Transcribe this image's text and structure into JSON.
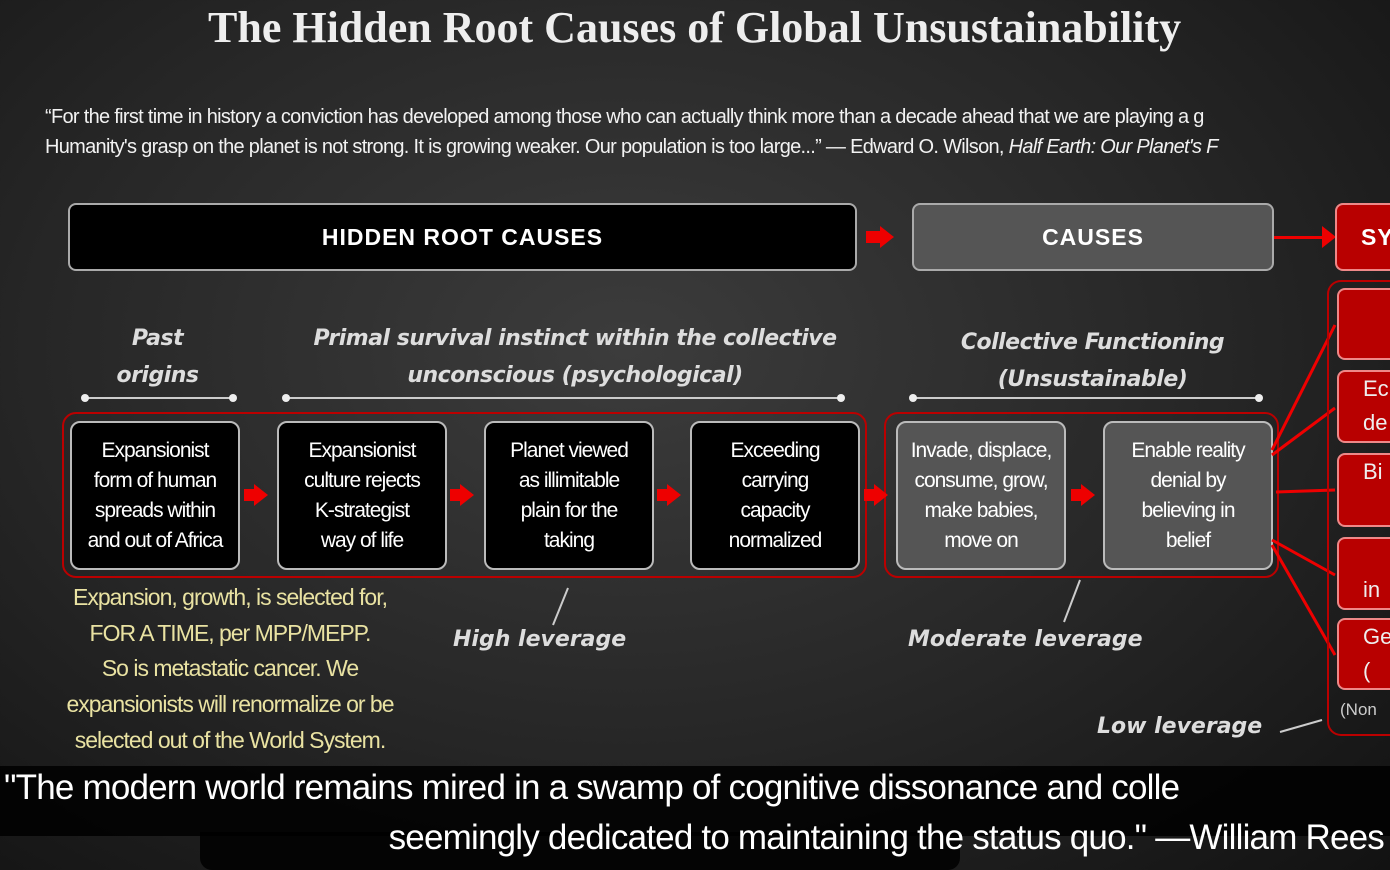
{
  "title": "The Hidden Root Causes of Global Unsustainability",
  "quote_top": {
    "line1": "“For the first time in history a conviction has developed among those who can actually think more than a decade ahead that we are playing a g",
    "line2a": "Humanity's grasp on the planet is not strong. It is growing weaker. Our population is too large...” — Edward O. Wilson, ",
    "line2b": "Half Earth: Our Planet's F"
  },
  "headers": {
    "hidden": "HIDDEN ROOT CAUSES",
    "causes": "CAUSES",
    "symptoms": "SY"
  },
  "sections": {
    "past": [
      "Past",
      "origins"
    ],
    "primal": [
      "Primal survival instinct within the collective",
      "unconscious (psychological)"
    ],
    "collective": [
      "Collective Functioning",
      "(Unsustainable)"
    ]
  },
  "boxes": [
    [
      "Expansionist",
      "form of human",
      "spreads within",
      "and out of Africa"
    ],
    [
      "Expansionist",
      "culture rejects",
      "K-strategist",
      "way of life"
    ],
    [
      "Planet viewed",
      "as illimitable",
      "plain for the",
      "taking"
    ],
    [
      "Exceeding",
      "carrying",
      "capacity",
      "normalized"
    ],
    [
      "Invade, displace,",
      "consume, grow,",
      "make babies,",
      "move on"
    ],
    [
      "Enable reality",
      "denial by",
      "believing in",
      "belief"
    ]
  ],
  "note": [
    "Expansion, growth, is selected for,",
    "FOR A TIME,  per MPP/MEPP.",
    "So is metastatic cancer. We",
    "expansionists will renormalize or be",
    "selected out of the World System."
  ],
  "leverage": {
    "high": "High leverage",
    "moderate": "Moderate leverage",
    "low": "Low leverage"
  },
  "symptom_boxes": [
    "",
    "Ec\nde",
    "Bi",
    "\nin",
    "Ge\n("
  ],
  "non": "(Non",
  "quote_bottom": {
    "line1": "\"The modern world remains mired in a swamp of cognitive dissonance and colle",
    "line2": "seemingly dedicated to maintaining the status quo.\" —William Rees"
  }
}
